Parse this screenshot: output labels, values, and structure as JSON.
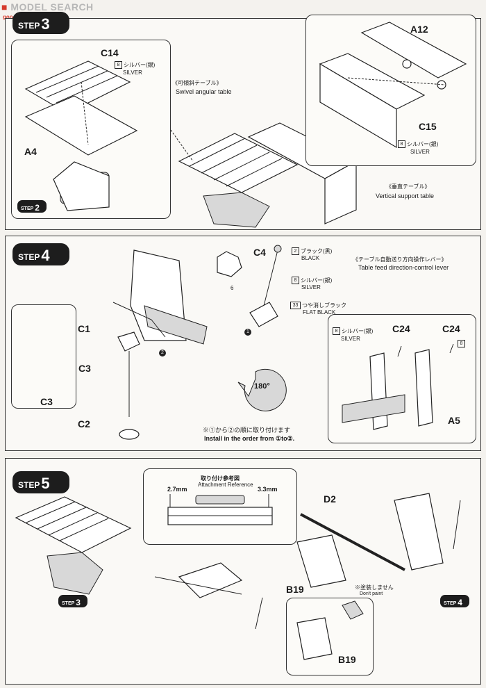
{
  "watermark": {
    "brand": "MODEL SEARCH",
    "sub": "goo-shop.com"
  },
  "step3": {
    "badge_word": "STEP",
    "badge_num": "3",
    "c14": "C14",
    "c14_color_num": "8",
    "c14_color_jp": "シルバー(銀)",
    "c14_color_en": "SILVER",
    "a4": "A4",
    "swivel_jp": "《可傾斜テーブル》",
    "swivel_en": "Swivel angular table",
    "a12": "A12",
    "c15": "C15",
    "c15_color_num": "8",
    "c15_color_jp": "シルバー(銀)",
    "c15_color_en": "SILVER",
    "vertical_jp": "《垂直テーブル》",
    "vertical_en": "Vertical support table",
    "ref_word": "STEP",
    "ref_num": "2"
  },
  "step4": {
    "badge_word": "STEP",
    "badge_num": "4",
    "c4": "C4",
    "black_num": "2",
    "black_jp": "ブラック(黒)",
    "black_en": "BLACK",
    "lever_jp": "《テーブル自動送り方向操作レバー》",
    "lever_en": "Table feed direction-control lever",
    "silver_num": "8",
    "silver_jp": "シルバー(銀)",
    "silver_en": "SILVER",
    "flat_num": "33",
    "flat_jp": "つや消しブラック",
    "flat_en": "FLAT BLACK",
    "decal_num": "6",
    "c1": "C1",
    "c3": "C3",
    "c3b": "C3",
    "c2": "C2",
    "rotate": "180°",
    "right_silver_num": "8",
    "right_silver_jp": "シルバー(銀)",
    "right_silver_en": "SILVER",
    "c24a": "C24",
    "c24b": "C24",
    "c24b_num": "8",
    "a5": "A5",
    "order_jp": "※①から②の順に取り付けます",
    "order_en": "Install in the order from ①to②.",
    "circ1": "1",
    "circ2": "2"
  },
  "step5": {
    "badge_word": "STEP",
    "badge_num": "5",
    "ref_title_jp": "取り付け参考図",
    "ref_title_en": "Attachment Reference",
    "dim_left": "2.7mm",
    "dim_right": "3.3mm",
    "d2": "D2",
    "b19": "B19",
    "b19b": "B19",
    "nopaint_jp": "※塗装しません",
    "nopaint_en": "Don't paint",
    "ref3_word": "STEP",
    "ref3_num": "3",
    "ref4_word": "STEP",
    "ref4_num": "4"
  }
}
